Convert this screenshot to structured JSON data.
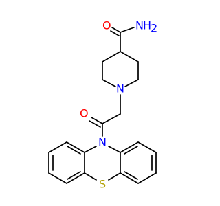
{
  "molecule": {
    "atoms": {
      "n_amide": {
        "symbol": "N",
        "count": "2",
        "color": "#0000ff"
      },
      "o_amide": {
        "symbol": "O",
        "color": "#ff0000"
      },
      "n_piperidine": {
        "symbol": "N",
        "color": "#0000ff"
      },
      "o_ketone": {
        "symbol": "O",
        "color": "#ff0000"
      },
      "n_phenothiazine": {
        "symbol": "N",
        "color": "#0000ff"
      },
      "s_phenothiazine": {
        "symbol": "S",
        "color": "#b2a100"
      }
    },
    "bond_color": "#000000"
  }
}
